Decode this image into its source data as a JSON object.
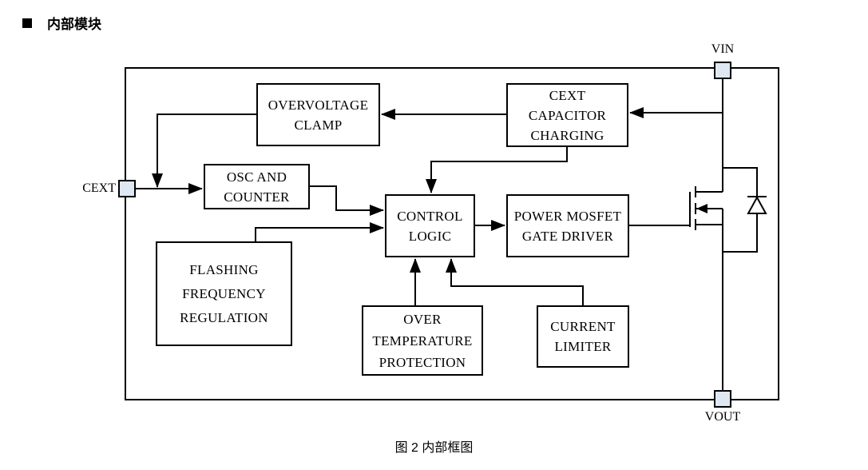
{
  "header": {
    "bullet": "",
    "title": "内部模块"
  },
  "caption": "图 2 内部框图",
  "pins": {
    "vin": "VIN",
    "vout": "VOUT",
    "cext": "CEXT"
  },
  "blocks": {
    "overvoltage_clamp": {
      "lines": [
        "OVERVOLTAGE",
        "CLAMP"
      ]
    },
    "cext_capacitor_charging": {
      "lines": [
        "CEXT",
        "CAPACITOR",
        "CHARGING"
      ]
    },
    "osc_and_counter": {
      "lines": [
        "OSC AND",
        "COUNTER"
      ]
    },
    "control_logic": {
      "lines": [
        "CONTROL",
        "LOGIC"
      ]
    },
    "power_mosfet_gate_driver": {
      "lines": [
        "POWER MOSFET",
        "GATE DRIVER"
      ]
    },
    "flashing_frequency_regulation": {
      "lines": [
        "FLASHING",
        "FREQUENCY",
        "REGULATION"
      ]
    },
    "over_temperature_protection": {
      "lines": [
        "OVER",
        "TEMPERATURE",
        "PROTECTION"
      ]
    },
    "current_limiter": {
      "lines": [
        "CURRENT",
        "LIMITER"
      ]
    }
  },
  "icons": {
    "mosfet": "n-channel-power-mosfet-symbol",
    "diode": "body-diode-symbol",
    "bullet": "filled-square-bullet"
  },
  "colors": {
    "line": "#000000",
    "pin_fill": "#dfe7f3",
    "background": "#ffffff",
    "text": "#000000"
  },
  "connections": [
    {
      "from": "VIN",
      "to": "CEXT CAPACITOR CHARGING"
    },
    {
      "from": "CEXT CAPACITOR CHARGING",
      "to": "OVERVOLTAGE CLAMP"
    },
    {
      "from": "OVERVOLTAGE CLAMP",
      "to": "CEXT node"
    },
    {
      "from": "CEXT",
      "to": "OSC AND COUNTER"
    },
    {
      "from": "OSC AND COUNTER",
      "to": "CONTROL LOGIC"
    },
    {
      "from": "FLASHING FREQUENCY REGULATION",
      "to": "CONTROL LOGIC"
    },
    {
      "from": "CEXT CAPACITOR CHARGING",
      "to": "CONTROL LOGIC"
    },
    {
      "from": "OVER TEMPERATURE PROTECTION",
      "to": "CONTROL LOGIC"
    },
    {
      "from": "CURRENT LIMITER",
      "to": "CONTROL LOGIC"
    },
    {
      "from": "CONTROL LOGIC",
      "to": "POWER MOSFET GATE DRIVER"
    },
    {
      "from": "POWER MOSFET GATE DRIVER",
      "to": "MOSFET gate"
    },
    {
      "from": "VIN",
      "to": "MOSFET drain"
    },
    {
      "from": "MOSFET source",
      "to": "VOUT"
    }
  ]
}
